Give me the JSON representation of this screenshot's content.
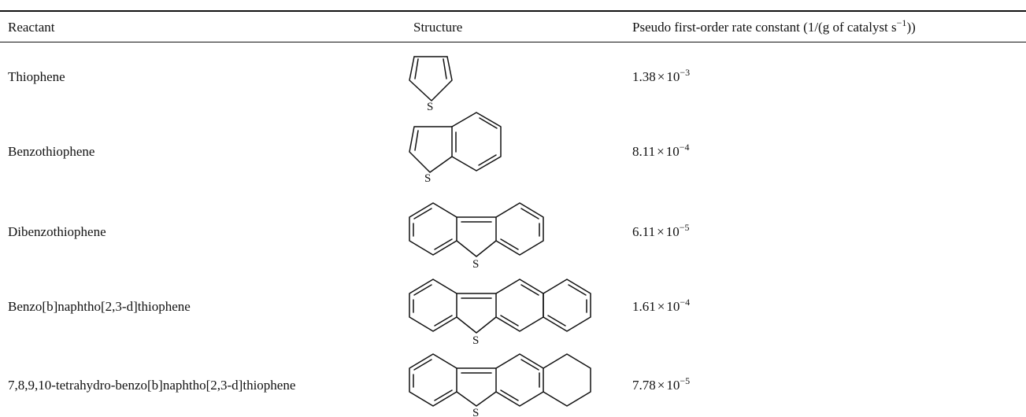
{
  "table": {
    "headers": {
      "reactant": "Reactant",
      "structure": "Structure",
      "rate_prefix": "Pseudo first-order rate constant (1/(g of catalyst s",
      "rate_exp": "−1",
      "rate_suffix": "))"
    },
    "rows": [
      {
        "reactant": "Thiophene",
        "structure_atom": "S",
        "mantissa": "1.38",
        "times": "×",
        "base": "10",
        "exponent": "−3"
      },
      {
        "reactant": "Benzothiophene",
        "structure_atom": "S",
        "mantissa": "8.11",
        "times": "×",
        "base": "10",
        "exponent": "−4"
      },
      {
        "reactant": "Dibenzothiophene",
        "structure_atom": "S",
        "mantissa": "6.11",
        "times": "×",
        "base": "10",
        "exponent": "−5"
      },
      {
        "reactant": "Benzo[b]naphtho[2,3-d]thiophene",
        "structure_atom": "S",
        "mantissa": "1.61",
        "times": "×",
        "base": "10",
        "exponent": "−4"
      },
      {
        "reactant": "7,8,9,10-tetrahydro-benzo[b]naphtho[2,3-d]thiophene",
        "structure_atom": "S",
        "mantissa": "7.78",
        "times": "×",
        "base": "10",
        "exponent": "−5"
      }
    ]
  }
}
